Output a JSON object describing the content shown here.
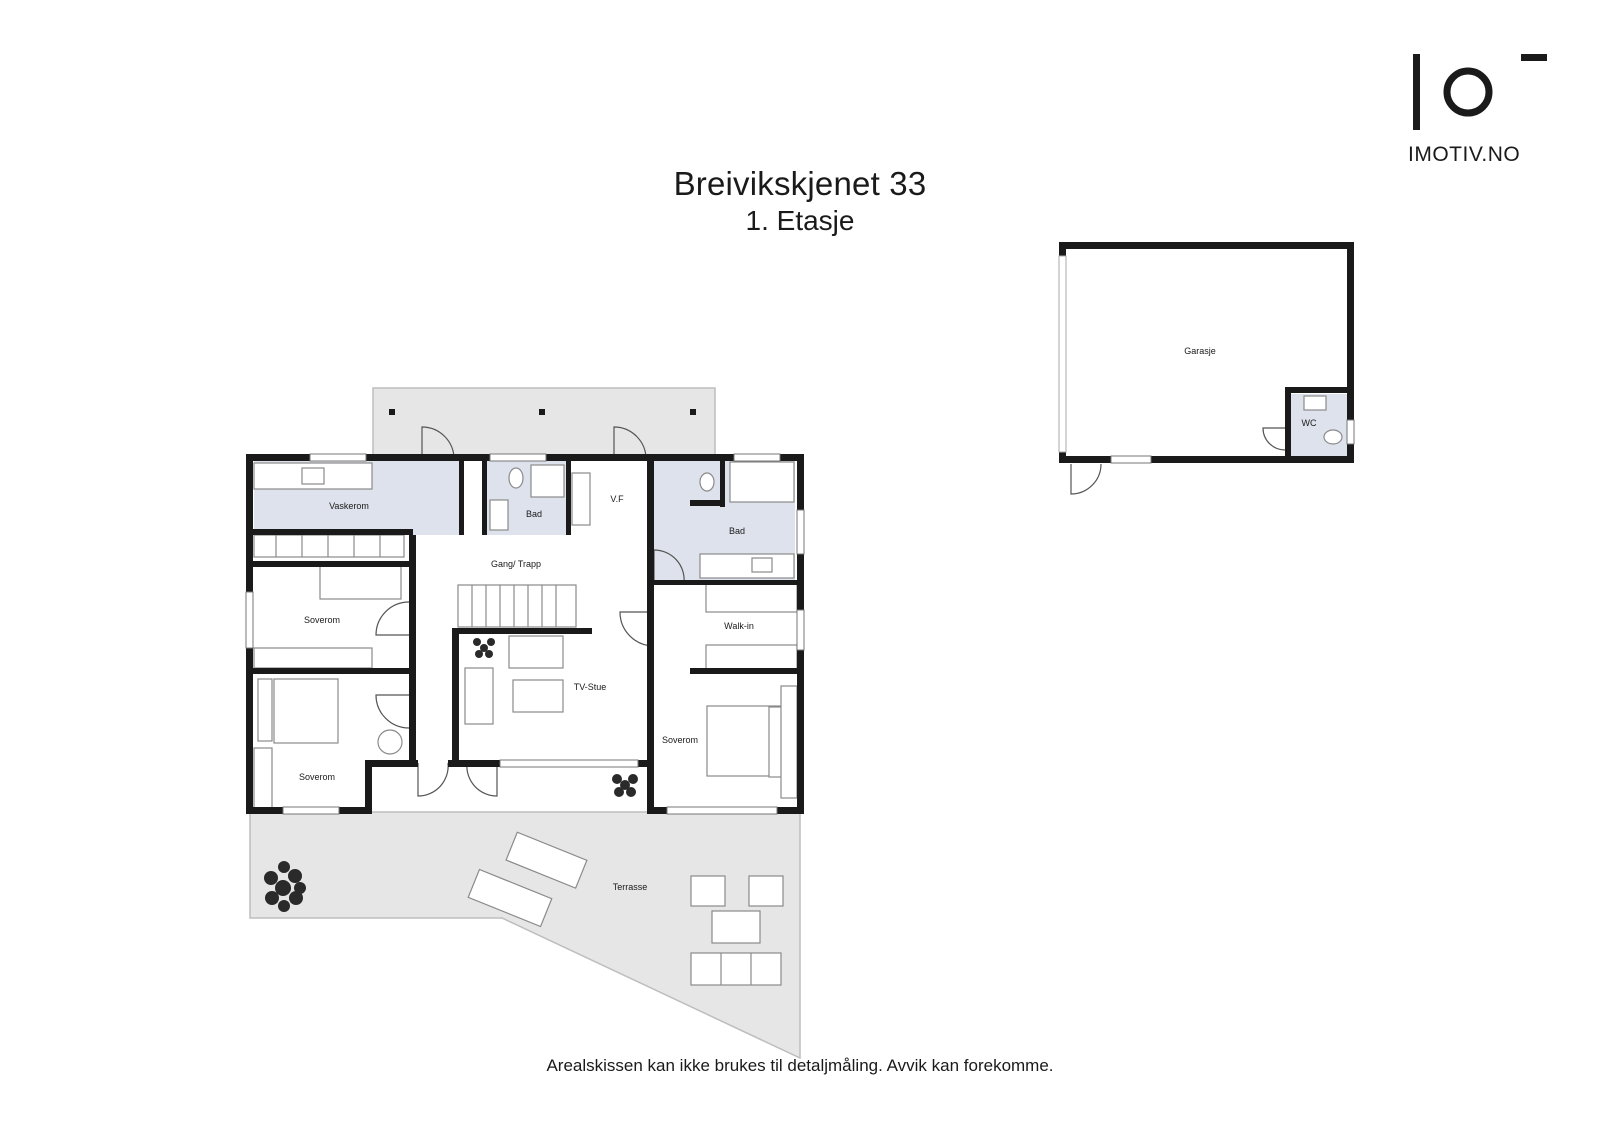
{
  "brand": {
    "name": "IMOTIV.NO"
  },
  "plan": {
    "title": "Breivikskjenet 33",
    "subtitle": "1. Etasje",
    "disclaimer": "Arealskissen kan ikke brukes til detaljmåling. Avvik kan forekomme."
  },
  "rooms": {
    "vaskerom": "Vaskerom",
    "bad1": "Bad",
    "vf": "V.F",
    "bad2": "Bad",
    "gang": "Gang/ Trapp",
    "soverom1": "Soverom",
    "walkin": "Walk-in",
    "tvstue": "TV-Stue",
    "soverom2": "Soverom",
    "soverom3": "Soverom",
    "terrasse": "Terrasse",
    "garasje": "Garasje",
    "wc": "WC"
  },
  "colors": {
    "wall": "#1a1a1a",
    "wet_room": "#dde2ec",
    "outdoor": "#e6e6e6",
    "fixture": "#8a8a8a"
  },
  "icons": [
    "logo-mark-icon",
    "plant-icon",
    "door-swing-icon",
    "window-icon"
  ]
}
